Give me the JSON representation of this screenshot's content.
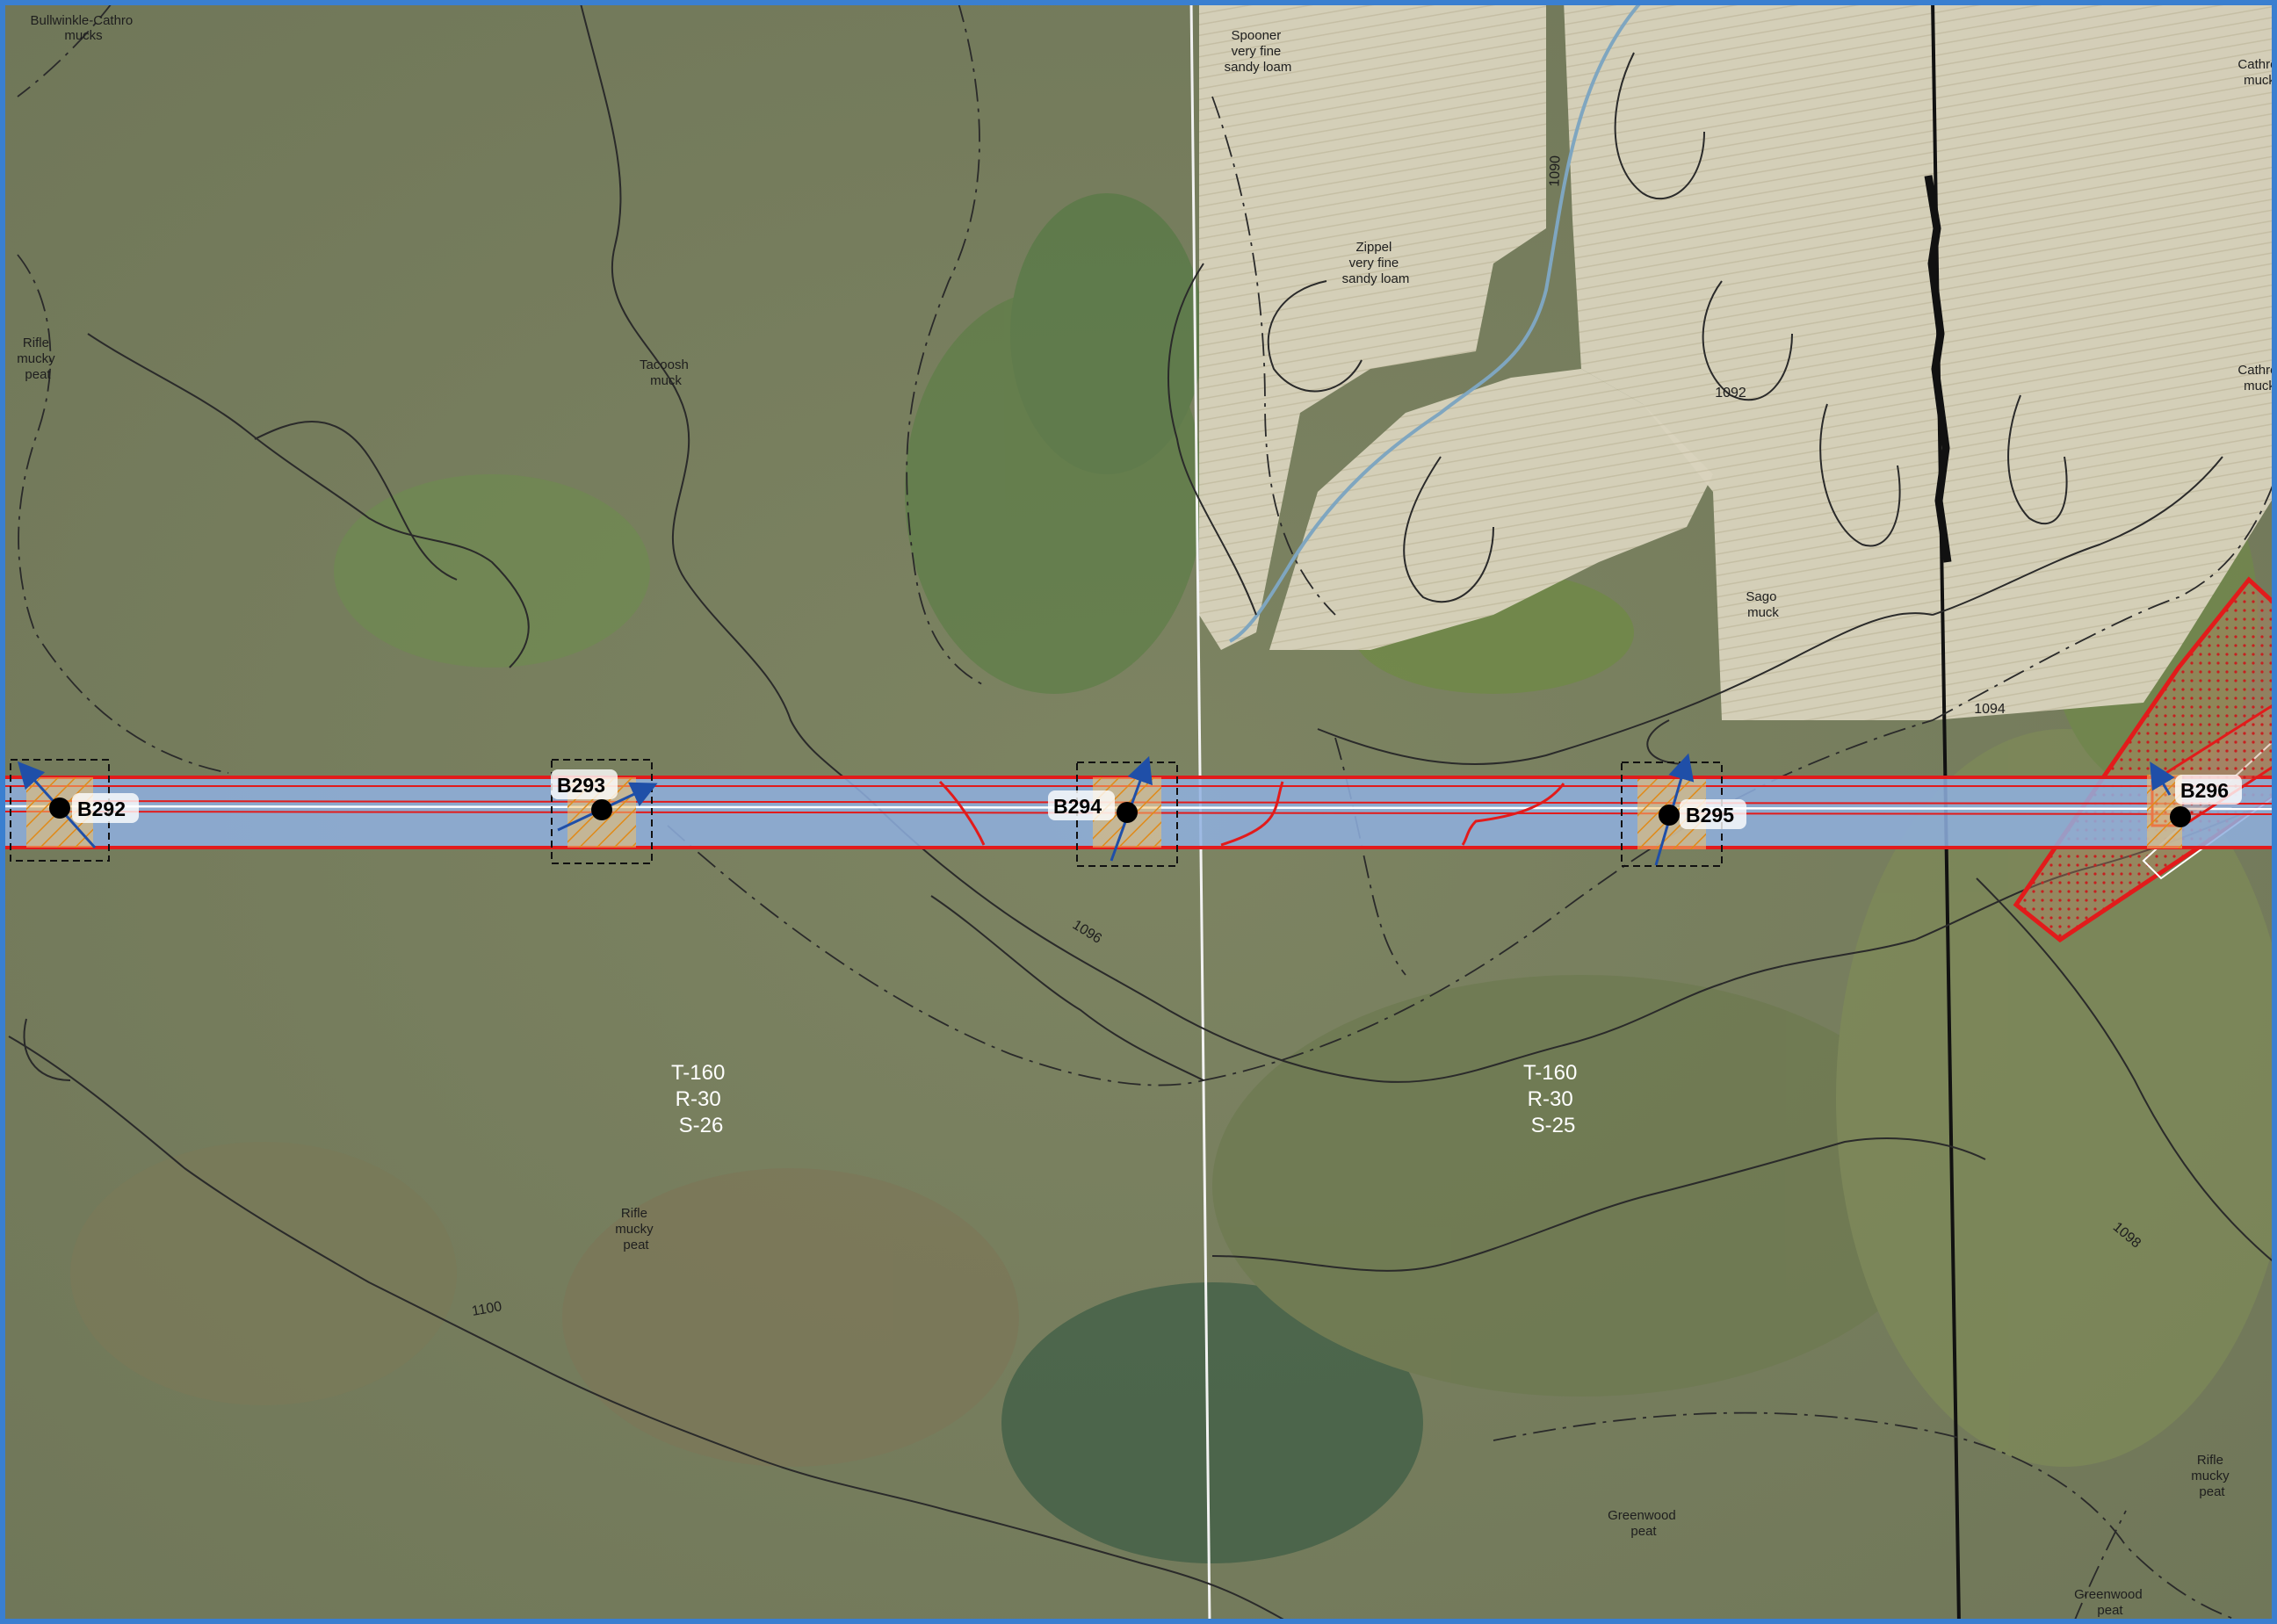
{
  "soil_units": [
    {
      "id": "bullwinkle-cathro",
      "lines": [
        "Bullwinkle-Cathro",
        "mucks"
      ]
    },
    {
      "id": "spooner",
      "lines": [
        "Spooner",
        "very fine",
        "sandy loam"
      ]
    },
    {
      "id": "cathro-top",
      "lines": [
        "Cathro",
        "muck"
      ]
    },
    {
      "id": "rifle-left",
      "lines": [
        "Rifle",
        "mucky",
        "peat"
      ]
    },
    {
      "id": "tacoosh",
      "lines": [
        "Tacoosh",
        "muck"
      ]
    },
    {
      "id": "zippel",
      "lines": [
        "Zippel",
        "very fine",
        "sandy loam"
      ]
    },
    {
      "id": "cathro-right",
      "lines": [
        "Cathro",
        "muck"
      ]
    },
    {
      "id": "sago",
      "lines": [
        "Sago",
        "muck"
      ]
    },
    {
      "id": "rifle-center",
      "lines": [
        "Rifle",
        "mucky",
        "peat"
      ]
    },
    {
      "id": "rifle-right",
      "lines": [
        "Rifle",
        "mucky",
        "peat"
      ]
    },
    {
      "id": "greenwood-center",
      "lines": [
        "Greenwood",
        "peat"
      ]
    },
    {
      "id": "greenwood-corner",
      "lines": [
        "Greenwood",
        "peat"
      ]
    }
  ],
  "contour_labels": [
    "1090",
    "1092",
    "1094",
    "1096",
    "1098",
    "1100"
  ],
  "township_labels": [
    {
      "id": "s26",
      "lines": [
        "T-160",
        "R-30",
        "S-26"
      ]
    },
    {
      "id": "s25",
      "lines": [
        "T-160",
        "R-30",
        "S-25"
      ]
    }
  ],
  "stations": [
    "B292",
    "B293",
    "B294",
    "B295",
    "B296"
  ],
  "colors": {
    "corridor_fill": "#8fb0e0",
    "corridor_border": "#e21b1b",
    "workspace_hatch": "#f0a030",
    "arrow": "#1f4fa8",
    "frame": "#3a7fd0",
    "field": "#d8d2bc",
    "contour": "#2a2a2a"
  },
  "icons": [
    "station-point-icon",
    "direction-arrow-icon"
  ]
}
